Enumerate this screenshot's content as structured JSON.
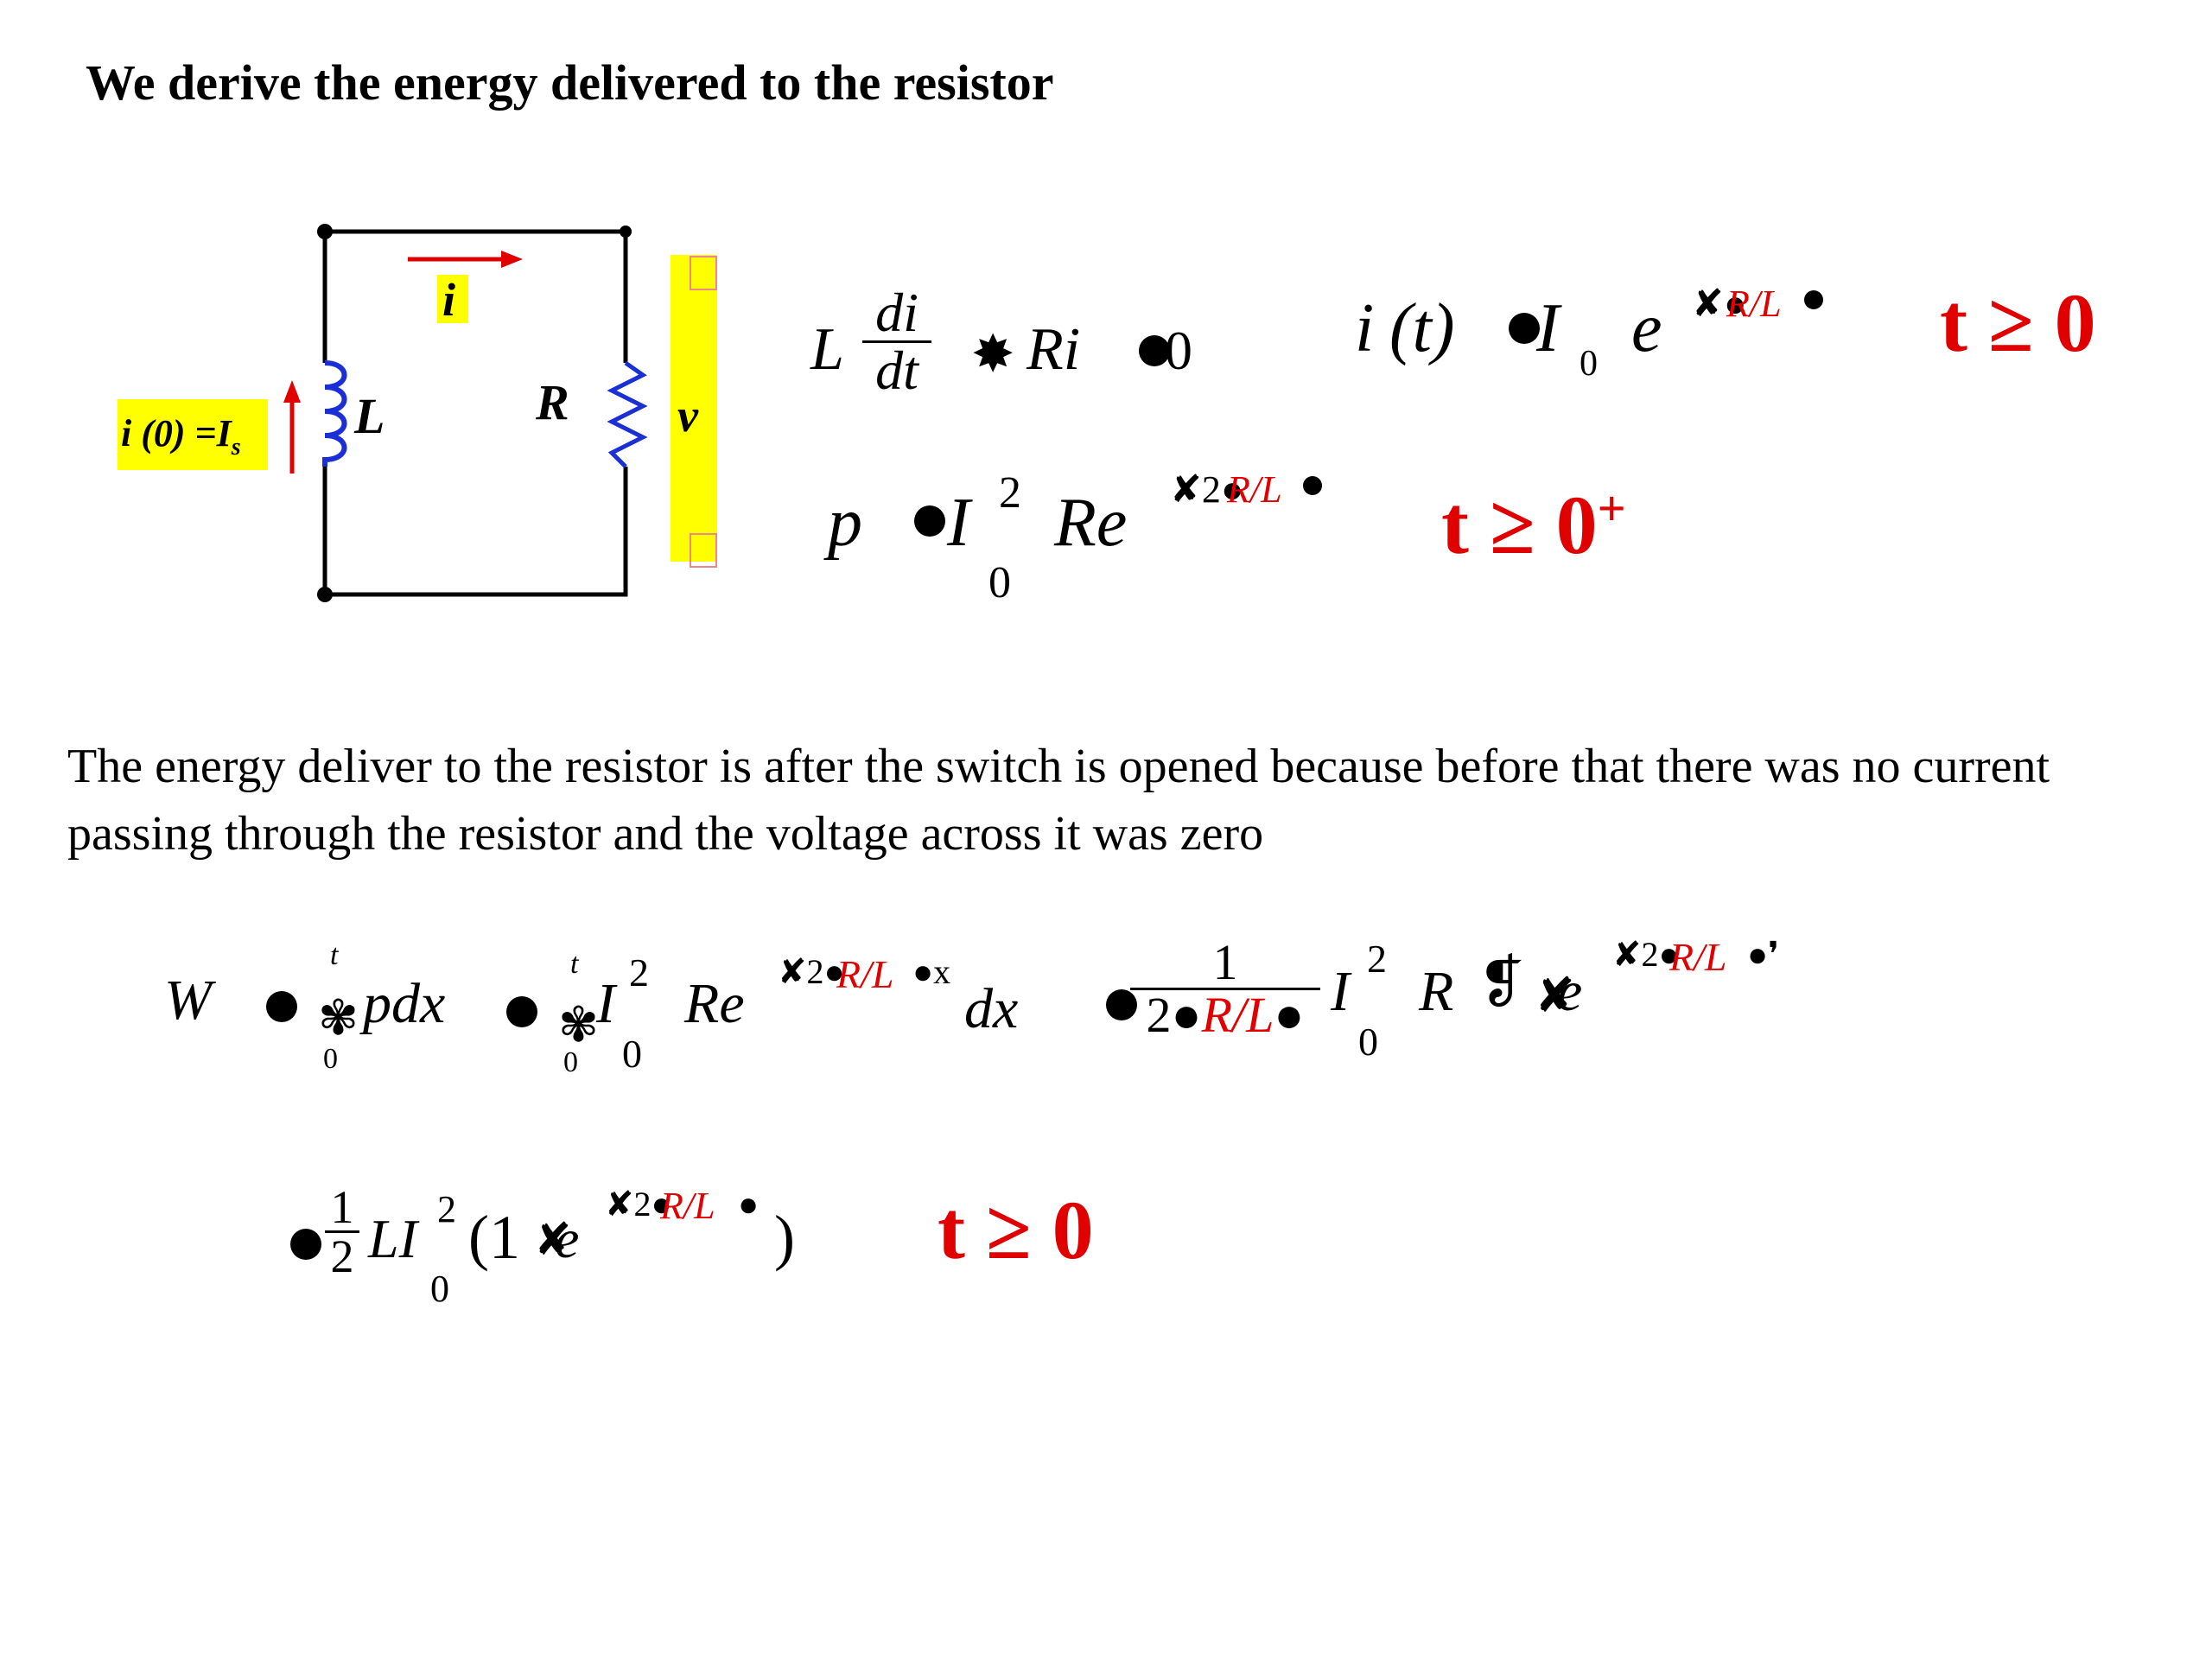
{
  "heading": "We derive the energy delivered to the resistor",
  "circuit": {
    "current_label": "i",
    "inductor_label": "L",
    "resistor_label": "R",
    "voltage_label": "v",
    "initial_condition": "i (0) =I",
    "initial_condition_sub": "s"
  },
  "eq1": {
    "lhs_L": "L",
    "num": "di",
    "den": "dt",
    "ri": "Ri",
    "zero": "0"
  },
  "eq2": {
    "i": "i",
    "t_paren": "(t)",
    "I": "I",
    "sub0": "0",
    "e": "e",
    "exp": "R/L",
    "cond": "t ≥ 0"
  },
  "eq3": {
    "p": "p",
    "I": "I",
    "sup2": "2",
    "sub0": "0",
    "Re": "Re",
    "exp_2": "2",
    "exp": "R/L",
    "cond": "t ≥ 0",
    "cond_sup": "+"
  },
  "paragraph": "The energy deliver to the resistor is after the switch is opened because before that there was no current passing through the resistor and the voltage across it was zero",
  "eq4": {
    "W": "W",
    "upper1": "t",
    "lower1": "0",
    "pdx": "pdx",
    "upper2": "t",
    "lower2": "0",
    "I": "I",
    "sup2": "2",
    "sub0": "0",
    "Re": "Re",
    "exp_2": "2",
    "exp": "R/L",
    "dx": "dx",
    "frac_num": "1",
    "frac_den_2": "2",
    "frac_den_rl": "R/L",
    "I2": "I",
    "sup2b": "2",
    "sub0b": "0",
    "R": "R",
    "e": "e",
    "exp2_2": "2",
    "exp2": "R/L"
  },
  "eq5": {
    "num": "1",
    "den": "2",
    "LI": "LI",
    "sup2": "2",
    "sub0": "0",
    "paren_one": "(1",
    "e": "e",
    "exp_2": "2",
    "exp": "R/L",
    "close": ")",
    "cond": "t ≥ 0"
  }
}
